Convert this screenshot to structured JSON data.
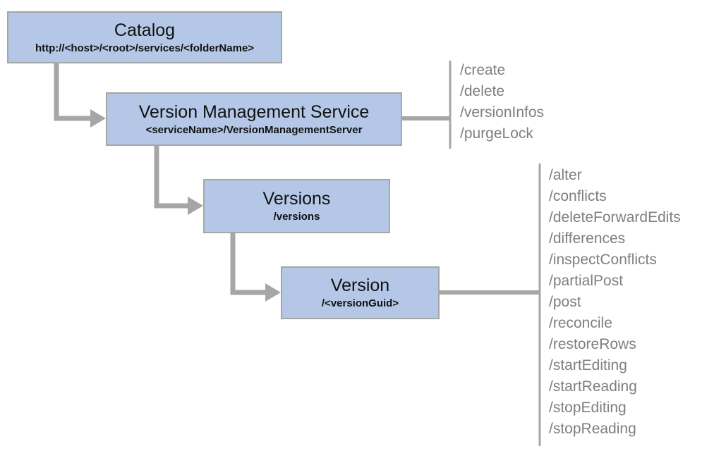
{
  "diagram": {
    "nodes": [
      {
        "id": "catalog",
        "title": "Catalog",
        "subtitle": "http://<host>/<root>/services/<folderName>"
      },
      {
        "id": "version-management-service",
        "title": "Version Management Service",
        "subtitle": "<serviceName>/VersionManagementServer",
        "operations": [
          "/create",
          "/delete",
          "/versionInfos",
          "/purgeLock"
        ]
      },
      {
        "id": "versions",
        "title": "Versions",
        "subtitle": "/versions"
      },
      {
        "id": "version",
        "title": "Version",
        "subtitle": "/<versionGuid>",
        "operations": [
          "/alter",
          "/conflicts",
          "/deleteForwardEdits",
          "/differences",
          "/inspectConflicts",
          "/partialPost",
          "/post",
          "/reconcile",
          "/restoreRows",
          "/startEditing",
          "/startReading",
          "/stopEditing",
          "/stopReading"
        ]
      }
    ],
    "colors": {
      "box_fill": "#b4c7e7",
      "box_border": "#a6a6a6",
      "connector": "#a6a6a6",
      "operation_text": "#7f7f7f"
    }
  }
}
